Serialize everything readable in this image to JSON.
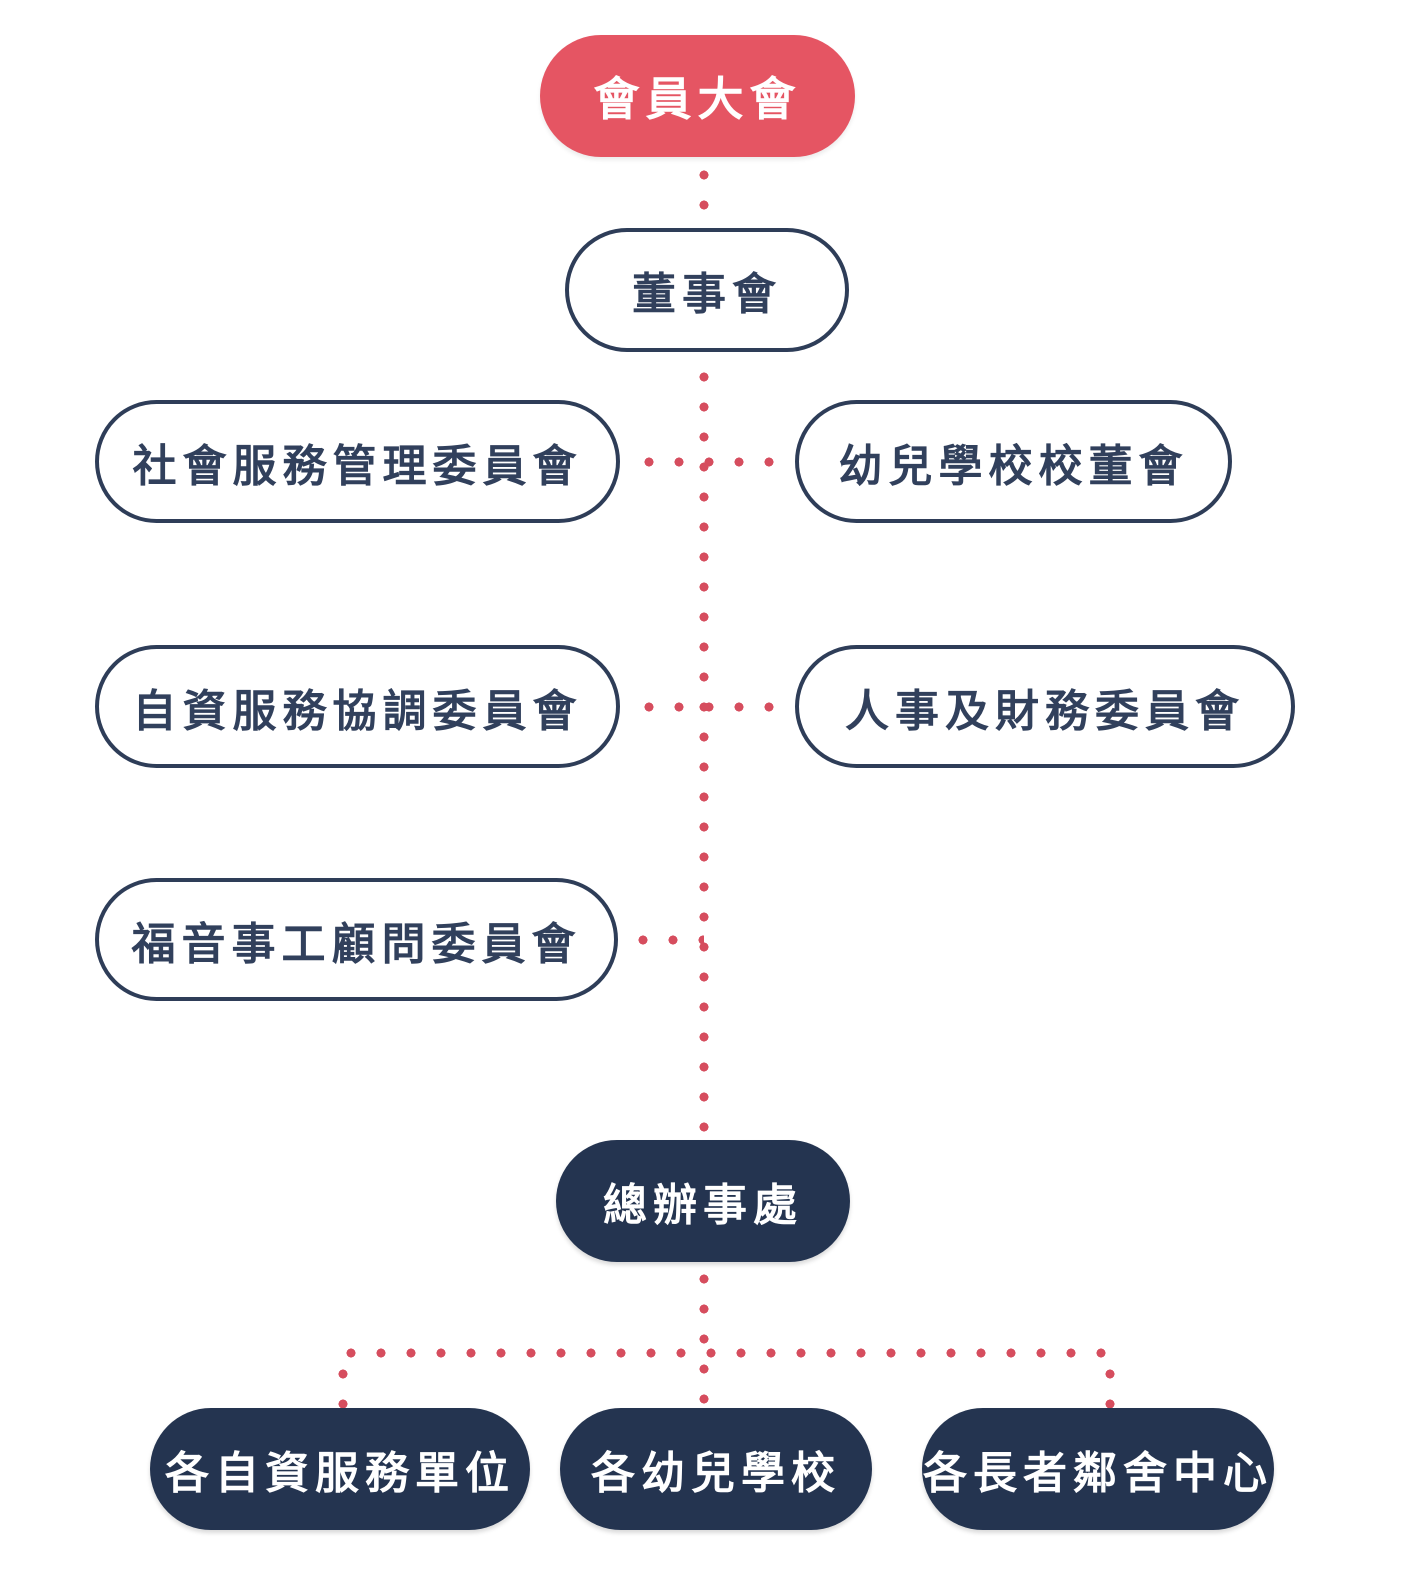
{
  "diagram": {
    "type": "org-chart",
    "colors": {
      "accent_red": "#e55563",
      "navy": "#243450",
      "outline": "#2e3d58",
      "dot": "#d64d5e",
      "text_dark": "#31405c",
      "text_light": "#ffffff"
    },
    "nodes": {
      "member_assembly": {
        "label": "會員大會",
        "level": 1,
        "style": "red"
      },
      "board_of_directors": {
        "label": "董事會",
        "level": 2,
        "style": "white"
      },
      "social_services_committee": {
        "label": "社會服務管理委員會",
        "level": 3,
        "style": "white"
      },
      "nursery_school_board": {
        "label": "幼兒學校校董會",
        "level": 3,
        "style": "white"
      },
      "self_financed_committee": {
        "label": "自資服務協調委員會",
        "level": 3,
        "style": "white"
      },
      "personnel_finance_committee": {
        "label": "人事及財務委員會",
        "level": 3,
        "style": "white"
      },
      "gospel_advisory_committee": {
        "label": "福音事工顧問委員會",
        "level": 3,
        "style": "white"
      },
      "head_office": {
        "label": "總辦事處",
        "level": 4,
        "style": "navy"
      },
      "self_financed_units": {
        "label": "各自資服務單位",
        "level": 5,
        "style": "navy"
      },
      "nursery_schools": {
        "label": "各幼兒學校",
        "level": 5,
        "style": "navy"
      },
      "elderly_centres": {
        "label": "各長者鄰舍中心",
        "level": 5,
        "style": "navy"
      }
    },
    "edges": [
      "member_assembly -> board_of_directors",
      "board_of_directors -> social_services_committee",
      "board_of_directors -> nursery_school_board",
      "board_of_directors -> self_financed_committee",
      "board_of_directors -> personnel_finance_committee",
      "board_of_directors -> gospel_advisory_committee",
      "board_of_directors -> head_office",
      "head_office -> self_financed_units",
      "head_office -> nursery_schools",
      "head_office -> elderly_centres"
    ]
  }
}
